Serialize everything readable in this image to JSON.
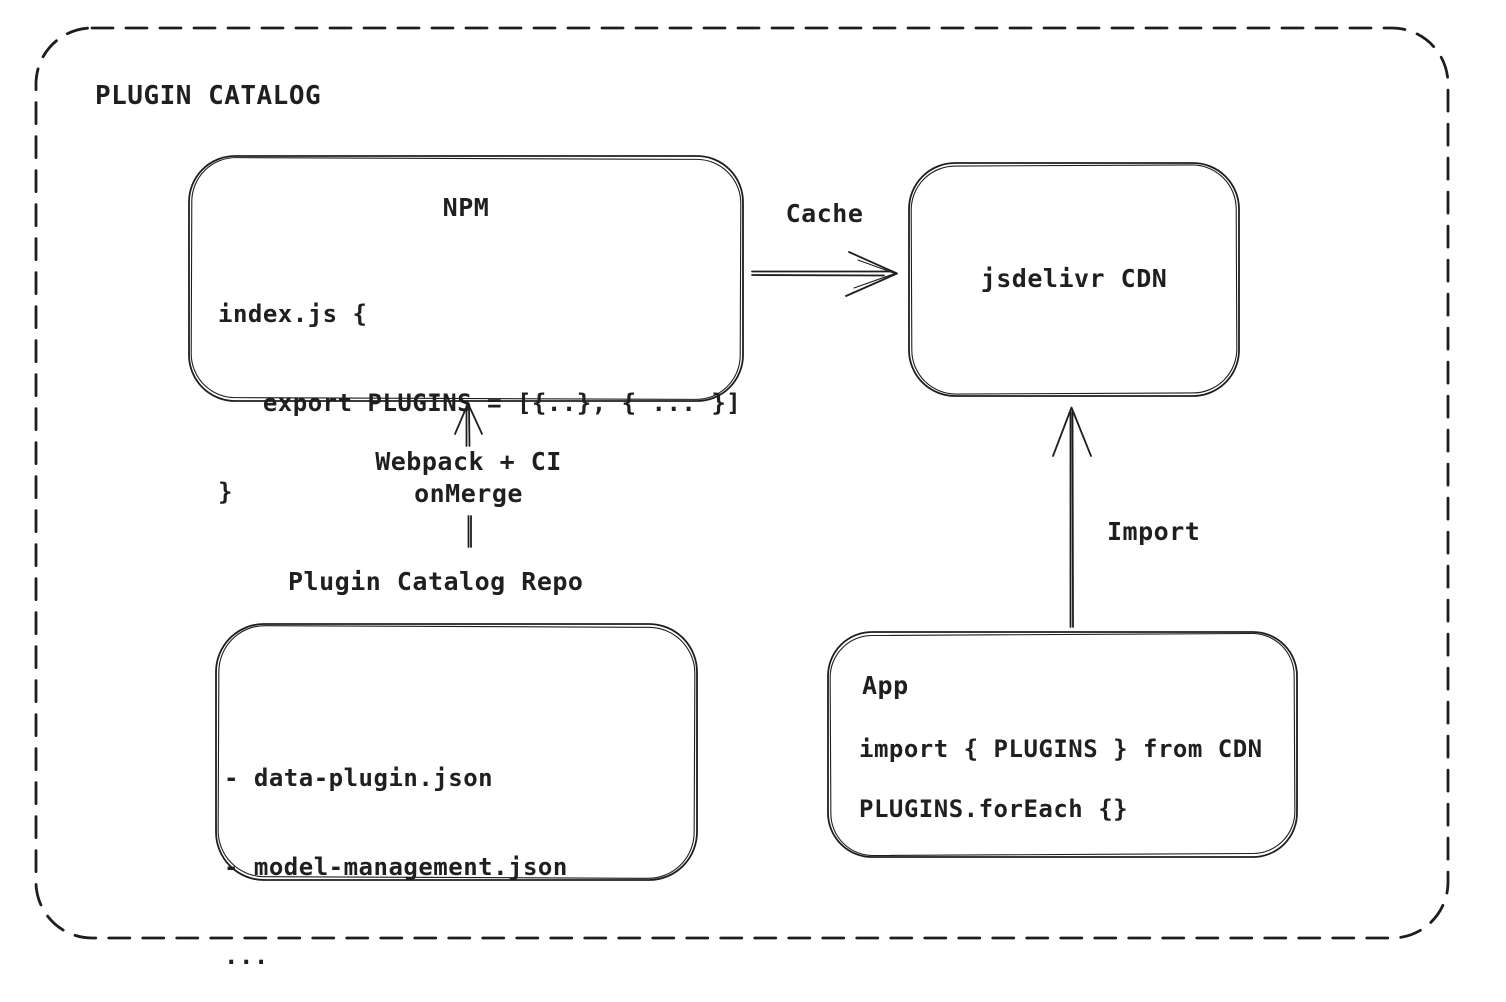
{
  "diagram": {
    "title": "PLUGIN CATALOG",
    "colors": {
      "stroke": "#1e1e1e",
      "text": "#1f1f1f",
      "background": "#ffffff"
    },
    "nodes": {
      "npm": {
        "title": "NPM",
        "code": [
          "index.js {",
          "   export PLUGINS = [{..}, { ... }]",
          "}"
        ]
      },
      "cdn": {
        "label": "jsdelivr CDN"
      },
      "repo": {
        "heading": "Plugin Catalog Repo",
        "items": [
          "- data-plugin.json",
          "- model-management.json",
          "..."
        ]
      },
      "app": {
        "title": "App",
        "code": [
          "import { PLUGINS } from CDN",
          "PLUGINS.forEach {}"
        ]
      }
    },
    "edges": {
      "cache": {
        "label": "Cache"
      },
      "build": {
        "line1": "Webpack + CI",
        "line2": "onMerge"
      },
      "import": {
        "label": "Import"
      }
    }
  }
}
